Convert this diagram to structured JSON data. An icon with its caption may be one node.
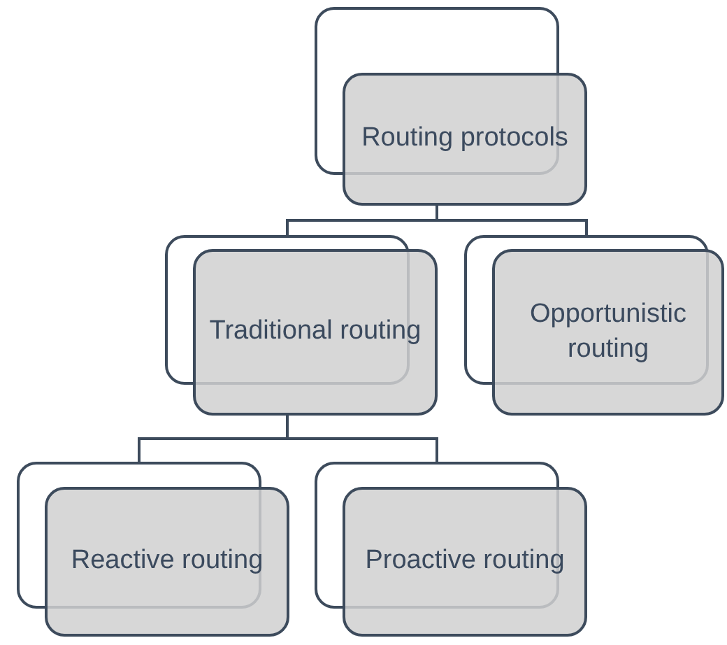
{
  "diagram": {
    "nodes": [
      {
        "text": [
          "Routing protocols"
        ]
      },
      {
        "text": [
          "Traditional routing"
        ]
      },
      {
        "text": [
          "Opportunistic routing"
        ]
      },
      {
        "text": [
          "Reactive routing"
        ]
      },
      {
        "text": [
          "Proactive routing"
        ]
      }
    ],
    "edges": [
      {
        "from": 0,
        "to": 1,
        "arrow": "none"
      },
      {
        "from": 0,
        "to": 2,
        "arrow": "none"
      },
      {
        "from": 1,
        "to": 3,
        "arrow": "none"
      },
      {
        "from": 1,
        "to": 4,
        "arrow": "none"
      }
    ]
  }
}
